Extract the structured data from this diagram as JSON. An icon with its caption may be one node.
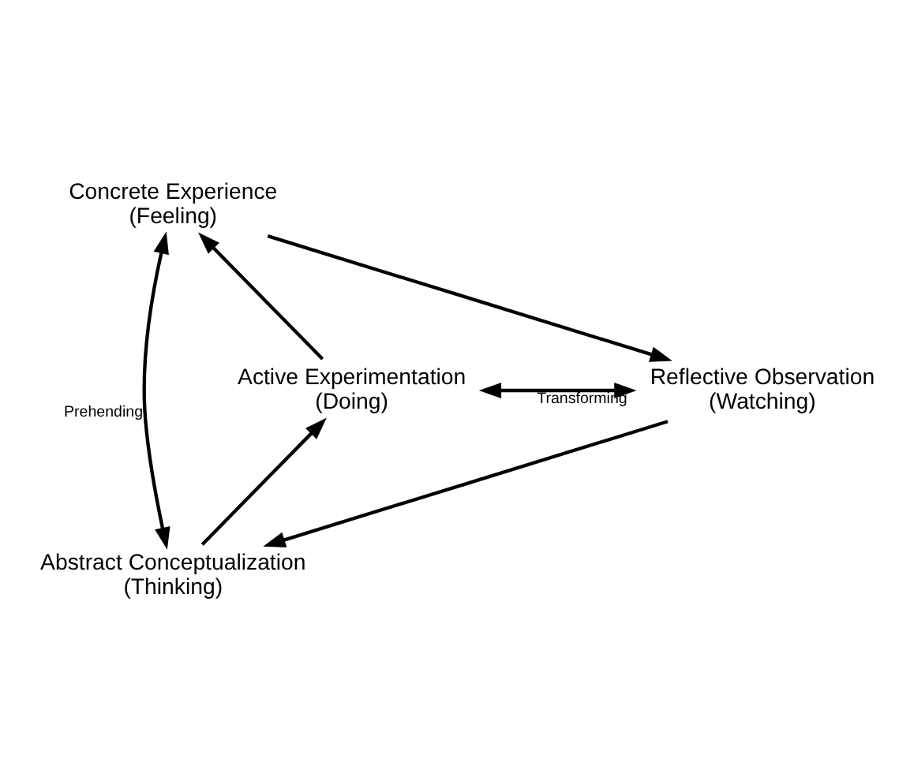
{
  "diagram": {
    "nodes": [
      {
        "text": [
          "Concrete Experience",
          "(Feeling)"
        ]
      },
      {
        "text": [
          "Reflective Observation",
          "(Watching)"
        ]
      },
      {
        "text": [
          "Abstract Conceptualization",
          "(Thinking)"
        ]
      },
      {
        "text": [
          "Active Experimentation",
          "(Doing)"
        ]
      }
    ],
    "edges": [
      {
        "from": 0,
        "to": 1,
        "arrow": "to"
      },
      {
        "from": 1,
        "to": 2,
        "arrow": "to"
      },
      {
        "from": 2,
        "to": 3,
        "arrow": "to"
      },
      {
        "from": 3,
        "to": 0,
        "arrow": "to"
      },
      {
        "from": 0,
        "to": 2,
        "arrow": "both",
        "label": "Prehending"
      },
      {
        "from": 3,
        "to": 1,
        "arrow": "both",
        "label": "Transforming"
      }
    ]
  }
}
